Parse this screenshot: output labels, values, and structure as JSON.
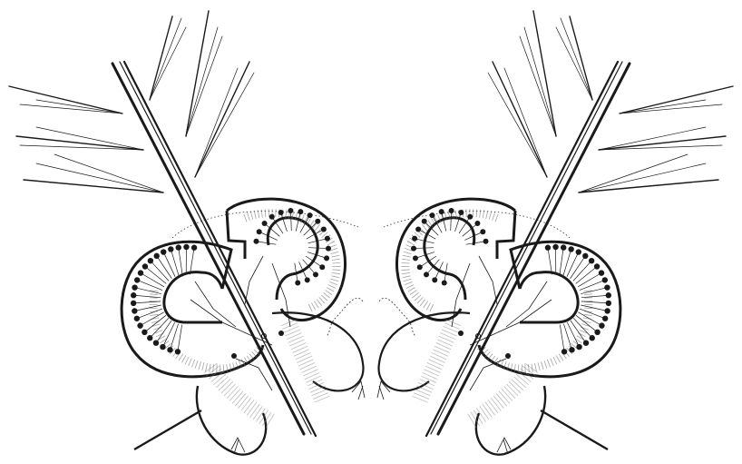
{
  "figure": {
    "colors": {
      "ink": "#1a1a1a",
      "background": "#ffffff"
    },
    "halves": [
      "left",
      "right"
    ],
    "left_organ": {
      "outer_ring_dots": 22,
      "inner_ring_dots": 17,
      "setae_count": 10
    },
    "right_organ": {
      "outer_ring_dots": 22,
      "inner_ring_dots": 17,
      "setae_count": 10
    }
  }
}
